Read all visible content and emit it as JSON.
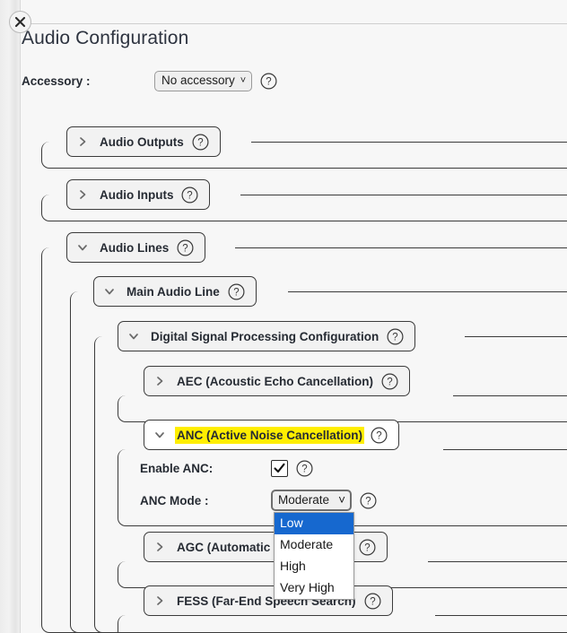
{
  "window": {
    "close_icon": "close-x-icon",
    "title": "Audio Configuration"
  },
  "accessory": {
    "label": "Accessory :",
    "value": "No accessory",
    "caret": "˅",
    "help_icon": "help-circle-icon"
  },
  "sections": [
    {
      "id": "audio-outputs",
      "title": "Audio Outputs",
      "expanded": false,
      "chevron": "chevron-right-icon"
    },
    {
      "id": "audio-inputs",
      "title": "Audio Inputs",
      "expanded": false,
      "chevron": "chevron-right-icon"
    },
    {
      "id": "audio-lines",
      "title": "Audio Lines",
      "expanded": true,
      "chevron": "chevron-down-icon"
    },
    {
      "id": "main-audio-line",
      "title": "Main Audio Line",
      "expanded": true,
      "chevron": "chevron-down-icon"
    },
    {
      "id": "dsp-config",
      "title": "Digital Signal Processing Configuration",
      "expanded": true,
      "chevron": "chevron-down-icon"
    },
    {
      "id": "aec",
      "title": "AEC (Acoustic Echo Cancellation)",
      "expanded": false,
      "chevron": "chevron-right-icon"
    },
    {
      "id": "anc",
      "title": "ANC (Active Noise Cancellation)",
      "expanded": true,
      "chevron": "chevron-down-icon",
      "highlighted": true
    },
    {
      "id": "agc",
      "title": "AGC (Automatic Gain Control)",
      "expanded": false,
      "chevron": "chevron-right-icon"
    },
    {
      "id": "fess",
      "title": "FESS (Far-End Speech Search)",
      "expanded": false,
      "chevron": "chevron-right-icon"
    }
  ],
  "anc_fields": {
    "enable_label": "Enable ANC:",
    "enable_checked": true,
    "check_glyph": "✓",
    "mode_label": "ANC Mode :",
    "mode_value": "Moderate",
    "caret": "˅"
  },
  "anc_mode_dropdown": {
    "open": true,
    "selected": "Low",
    "options": [
      "Low",
      "Moderate",
      "High",
      "Very High"
    ]
  },
  "colors": {
    "highlight": "#ffee00",
    "selection_blue": "#1668cf",
    "border": "#3b3b3b",
    "page_bg": "#f7f7f7",
    "header_bg": "#f2f2f2"
  }
}
